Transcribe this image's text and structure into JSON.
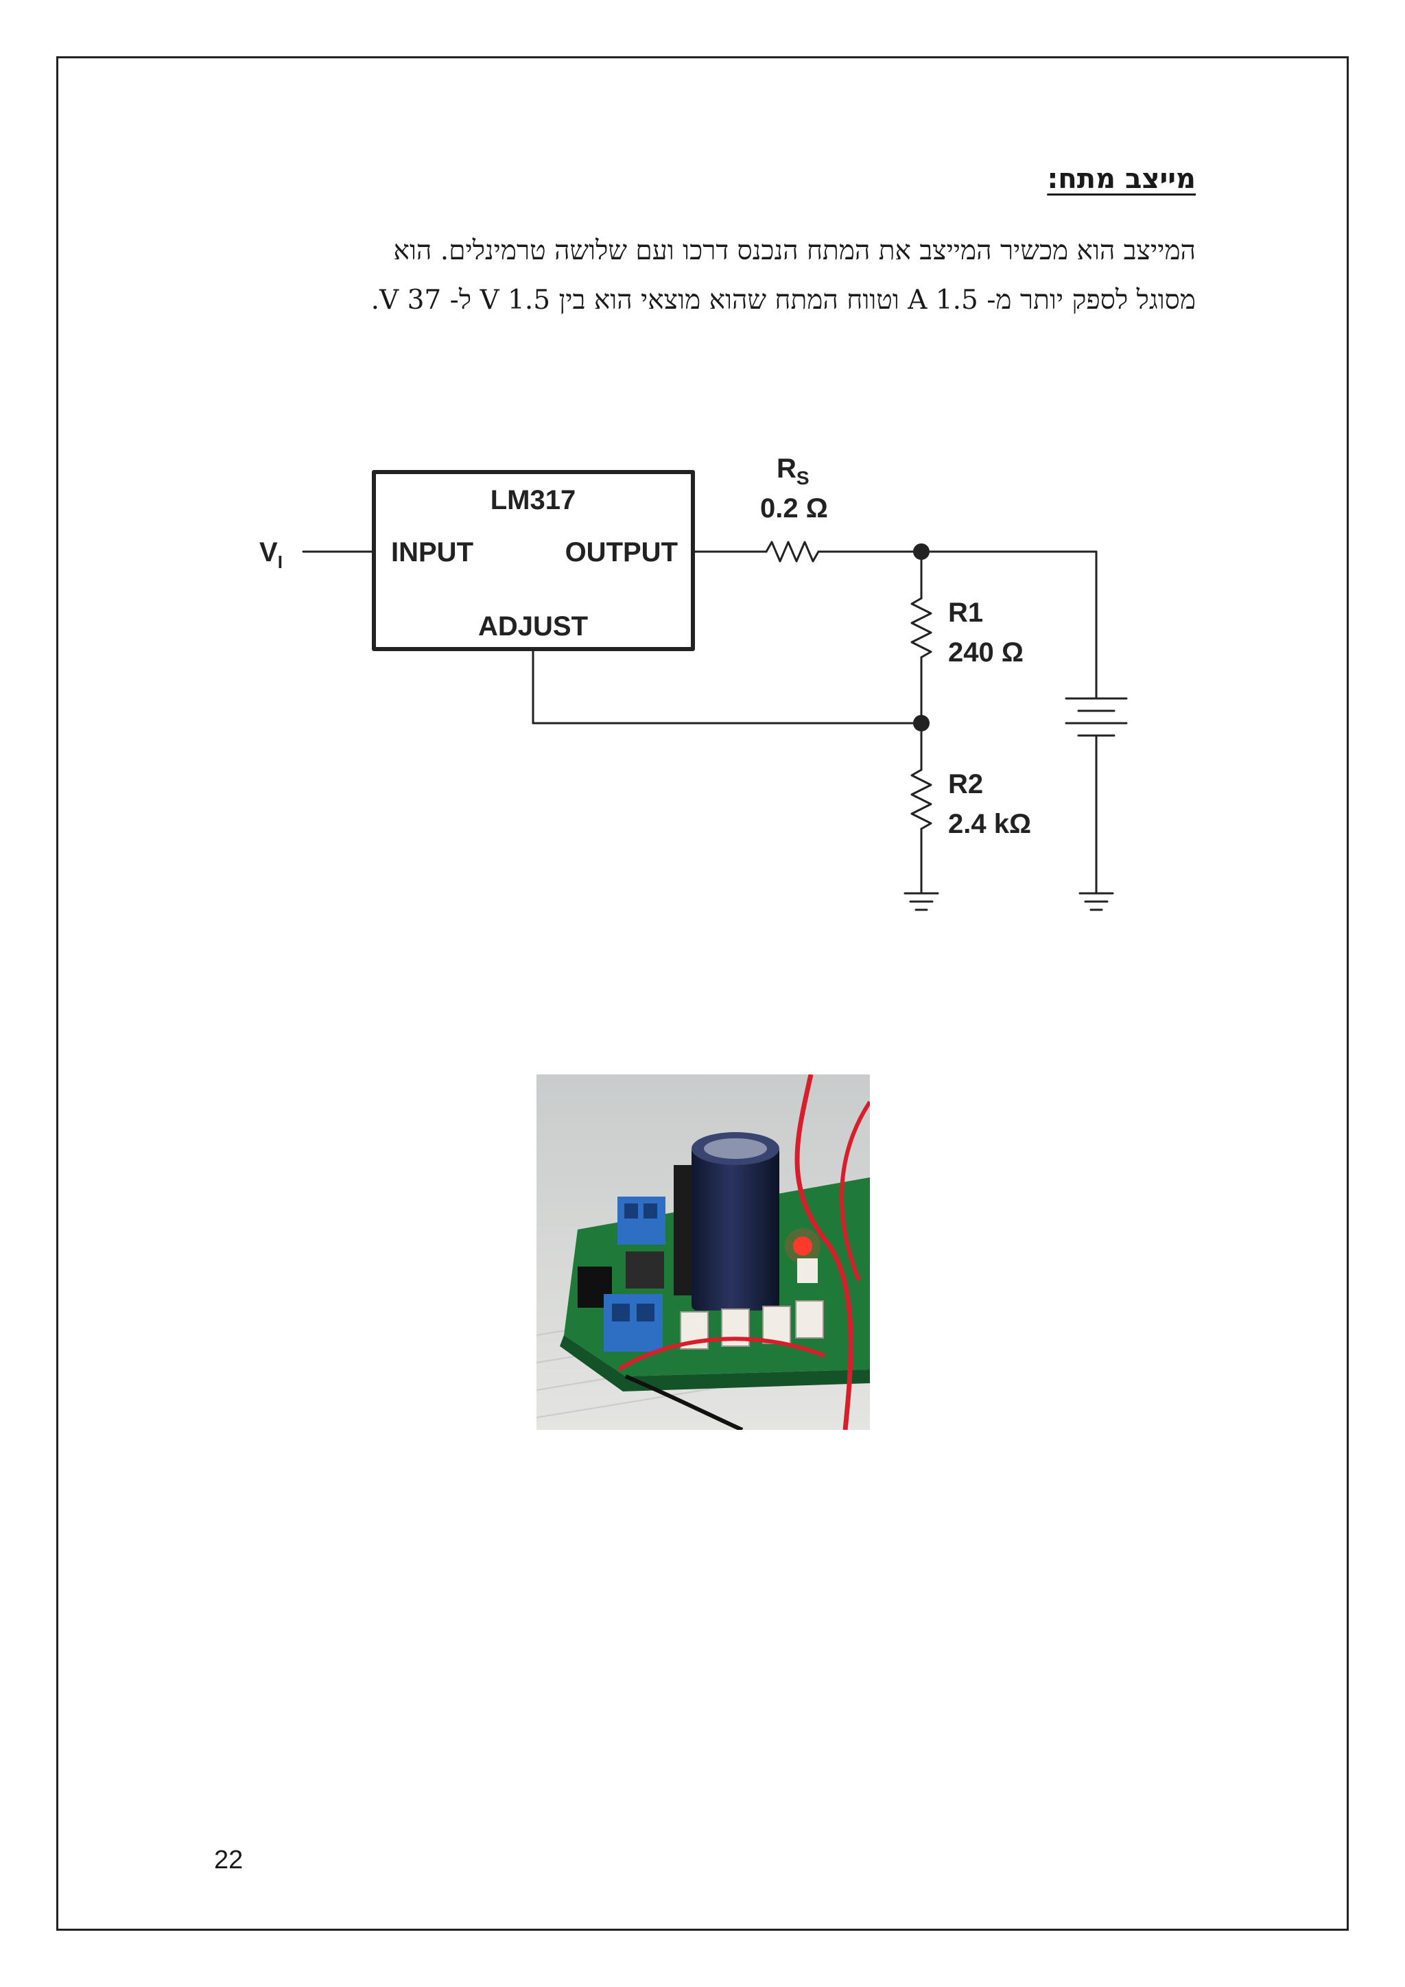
{
  "heading": "מייצב מתח:",
  "paragraph": {
    "line1": "המייצב הוא מכשיר המייצב את המתח הנכנס דרכו ועם שלושה טרמינלים. הוא",
    "line2": "מסוגל לספק יותר מ- 1.5 A וטווח המתח שהוא מוצאי הוא בין 1.5 V ל- 37 V."
  },
  "schematic": {
    "chip_name": "LM317",
    "pin_input": "INPUT",
    "pin_output": "OUTPUT",
    "pin_adjust": "ADJUST",
    "vin_main": "V",
    "vin_sub": "I",
    "rs_main": "R",
    "rs_sub": "S",
    "rs_value": "0.2 Ω",
    "r1_name": "R1",
    "r1_value": "240 Ω",
    "r2_name": "R2",
    "r2_value": "2.4 kΩ"
  },
  "page_number": "22",
  "colors": {
    "text": "#1a1a1a",
    "line": "#222222",
    "pcb_green": "#1f7a3a",
    "terminal_blue": "#2e6fc4",
    "capacitor": "#1c2340",
    "wire_red": "#d81e2a"
  }
}
